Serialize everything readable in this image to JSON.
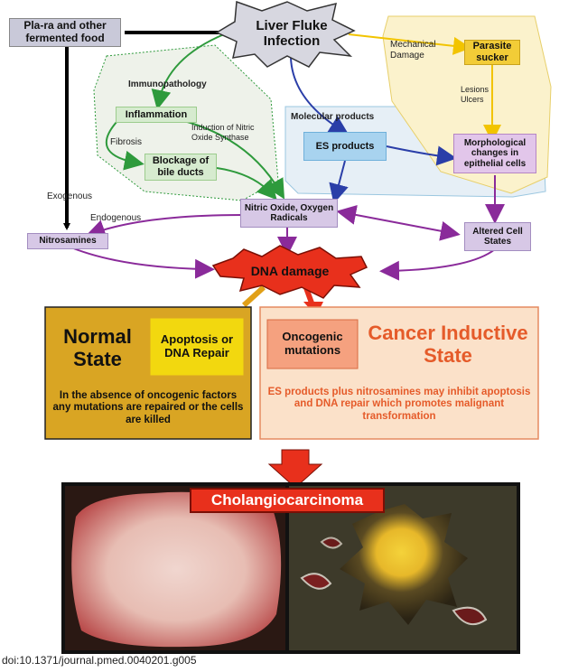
{
  "nodes": {
    "plara": "Pla-ra and other fermented food",
    "liver_fluke": "Liver Fluke Infection",
    "parasite_sucker": "Parasite sucker",
    "inflammation": "Inflammation",
    "es_products": "ES products",
    "blockage": "Blockage of bile ducts",
    "morphological": "Morphological changes in epithelial cells",
    "nitric_oxide": "Nitric Oxide, Oxygen Radicals",
    "nitrosamines": "Nitrosamines",
    "altered_cell": "Altered Cell States",
    "dna_damage": "DNA damage"
  },
  "edge_labels": {
    "mechanical_damage": "Mechanical Damage",
    "immunopathology": "Immunopathology",
    "molecular_products": "Molecular products",
    "lesions_ulcers": "Lesions Ulcers",
    "fibrosis": "Fibrosis",
    "induction": "Induction of Nitric Oxide Synthase",
    "exogenous": "Exogenous",
    "endogenous": "Endogenous"
  },
  "normal_state": {
    "title": "Normal State",
    "apoptosis": "Apoptosis or DNA Repair",
    "text": "In the absence of oncogenic factors any mutations are repaired or the cells are killed"
  },
  "cancer_state": {
    "oncogenic": "Oncogenic mutations",
    "title": "Cancer Inductive State",
    "text": "ES products plus nitrosamines may inhibit apoptosis and DNA repair which promotes malignant transformation"
  },
  "outcome": "Cholangiocarcinoma",
  "doi": "doi:10.1371/journal.pmed.0040201.g005",
  "colors": {
    "green": "#2e9a3c",
    "blue": "#2a3ea8",
    "purple": "#8a2a9a",
    "gold": "#f2c400",
    "red": "#e8301c",
    "black": "#000000"
  }
}
